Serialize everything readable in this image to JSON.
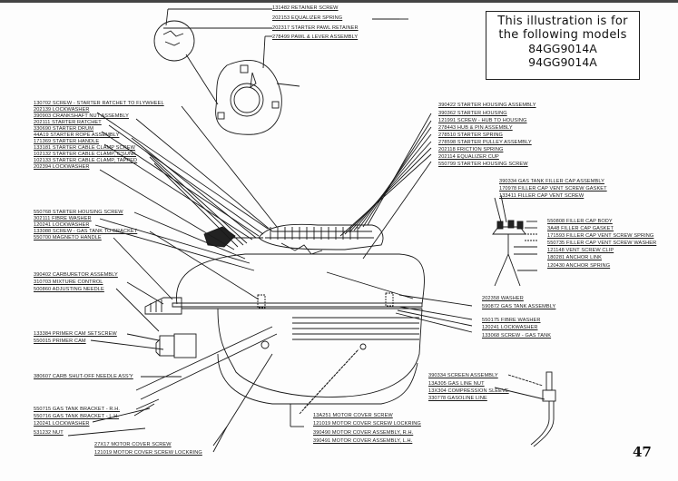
{
  "models_box": {
    "line1": "This illustration is for",
    "line2": "the following models",
    "models": [
      "84GG9014A",
      "94GG9014A"
    ]
  },
  "page_number": "47",
  "labels": {
    "top": [
      "131482 RETAINER SCREW",
      "202153 EQUALIZER SPRING",
      "202317 STARTER PAWL RETAINER",
      "278499 PAWL & LEVER ASSEMBLY"
    ],
    "left_starter": [
      "130702 SCREW - STARTER RATCHET TO FLYWHEEL",
      "202139 LOCKWASHER",
      "390903 CRANKSHAFT NUT ASSEMBLY",
      "202111 STARTER RATCHET",
      "330690 STARTER DRUM",
      "44A19 STARTER ROPE ASSEMBLY",
      "171369 STARTER HANDLE",
      "133181 STARTER CABLE CLAMP SCREW",
      "102132 STARTER CABLE CLAMP, C'SUNK",
      "102133 STARTER CABLE CLAMP, TAPPED",
      "202394 LOCKWASHER"
    ],
    "left_housing": [
      "550768 STARTER HOUSING SCREW",
      "302111 FIBRE WASHER",
      "120241 LOCKWASHER",
      "133088 SCREW - GAS TANK TO BRACKET",
      "550700 MAGNETO HANDLE"
    ],
    "left_carb": [
      "390402 CARBURETOR ASSEMBLY",
      "310703 MIXTURE CONTROL",
      "500860 ADJUSTING NEEDLE"
    ],
    "left_primer": [
      "133384 PRIMER CAM SETSCREW",
      "550015 PRIMER CAM"
    ],
    "left_shutoff": [
      "380607 CARB SHUT-OFF NEEDLE ASS'Y"
    ],
    "left_bracket": [
      "550715 GAS TANK BRACKET - R.H.",
      "550716 GAS TANK BRACKET - L.H.",
      "120241 LOCKWASHER",
      "531232 NUT"
    ],
    "bottom_left": [
      "27X17 MOTOR COVER SCREW",
      "121019 MOTOR COVER SCREW LOCKRING"
    ],
    "bottom_center": [
      "13A251 MOTOR COVER SCREW",
      "121019 MOTOR COVER SCREW LOCKRING",
      "390490 MOTOR COVER ASSEMBLY, R.H.",
      "390491 MOTOR COVER ASSEMBLY, L.H."
    ],
    "right_starter": [
      "390422 STARTER HOUSING ASSEMBLY",
      "390362 STARTER HOUSING",
      "121991 SCREW - HUB TO HOUSING",
      "278443 HUB & PIN ASSEMBLY",
      "278510 STARTER SPRING",
      "278598 STARTER PULLEY ASSEMBLY",
      "202118 FRICTION SPRING",
      "202114 EQUALIZER CUP",
      "550799 STARTER HOUSING SCREW"
    ],
    "right_filler": [
      "390334 GAS TANK FILLER CAP ASSEMBLY",
      "170978 FILLER CAP VENT SCREW GASKET",
      "133411 FILLER CAP VENT SCREW"
    ],
    "right_cap": [
      "550808 FILLER CAP BODY",
      "3A48 FILLER CAP GASKET",
      "171593 FILLER CAP VENT SCREW SPRING",
      "550735 FILLER CAP VENT SCREW WASHER",
      "121148 VENT SCREW CLIP",
      "180281 ANCHOR LINK",
      "120430 ANCHOR SPRING"
    ],
    "right_tank": [
      "202358 WASHER",
      "590872 GAS TANK ASSEMBLY",
      "550175 FIBRE WASHER",
      "120241 LOCKWASHER",
      "133068 SCREW - GAS TANK"
    ],
    "right_line": [
      "390334 SCREEN ASSEMBLY",
      "13A305 GAS LINE NUT",
      "13X304 COMPRESSION SLEEVE",
      "330778 GASOLINE LINE"
    ]
  }
}
